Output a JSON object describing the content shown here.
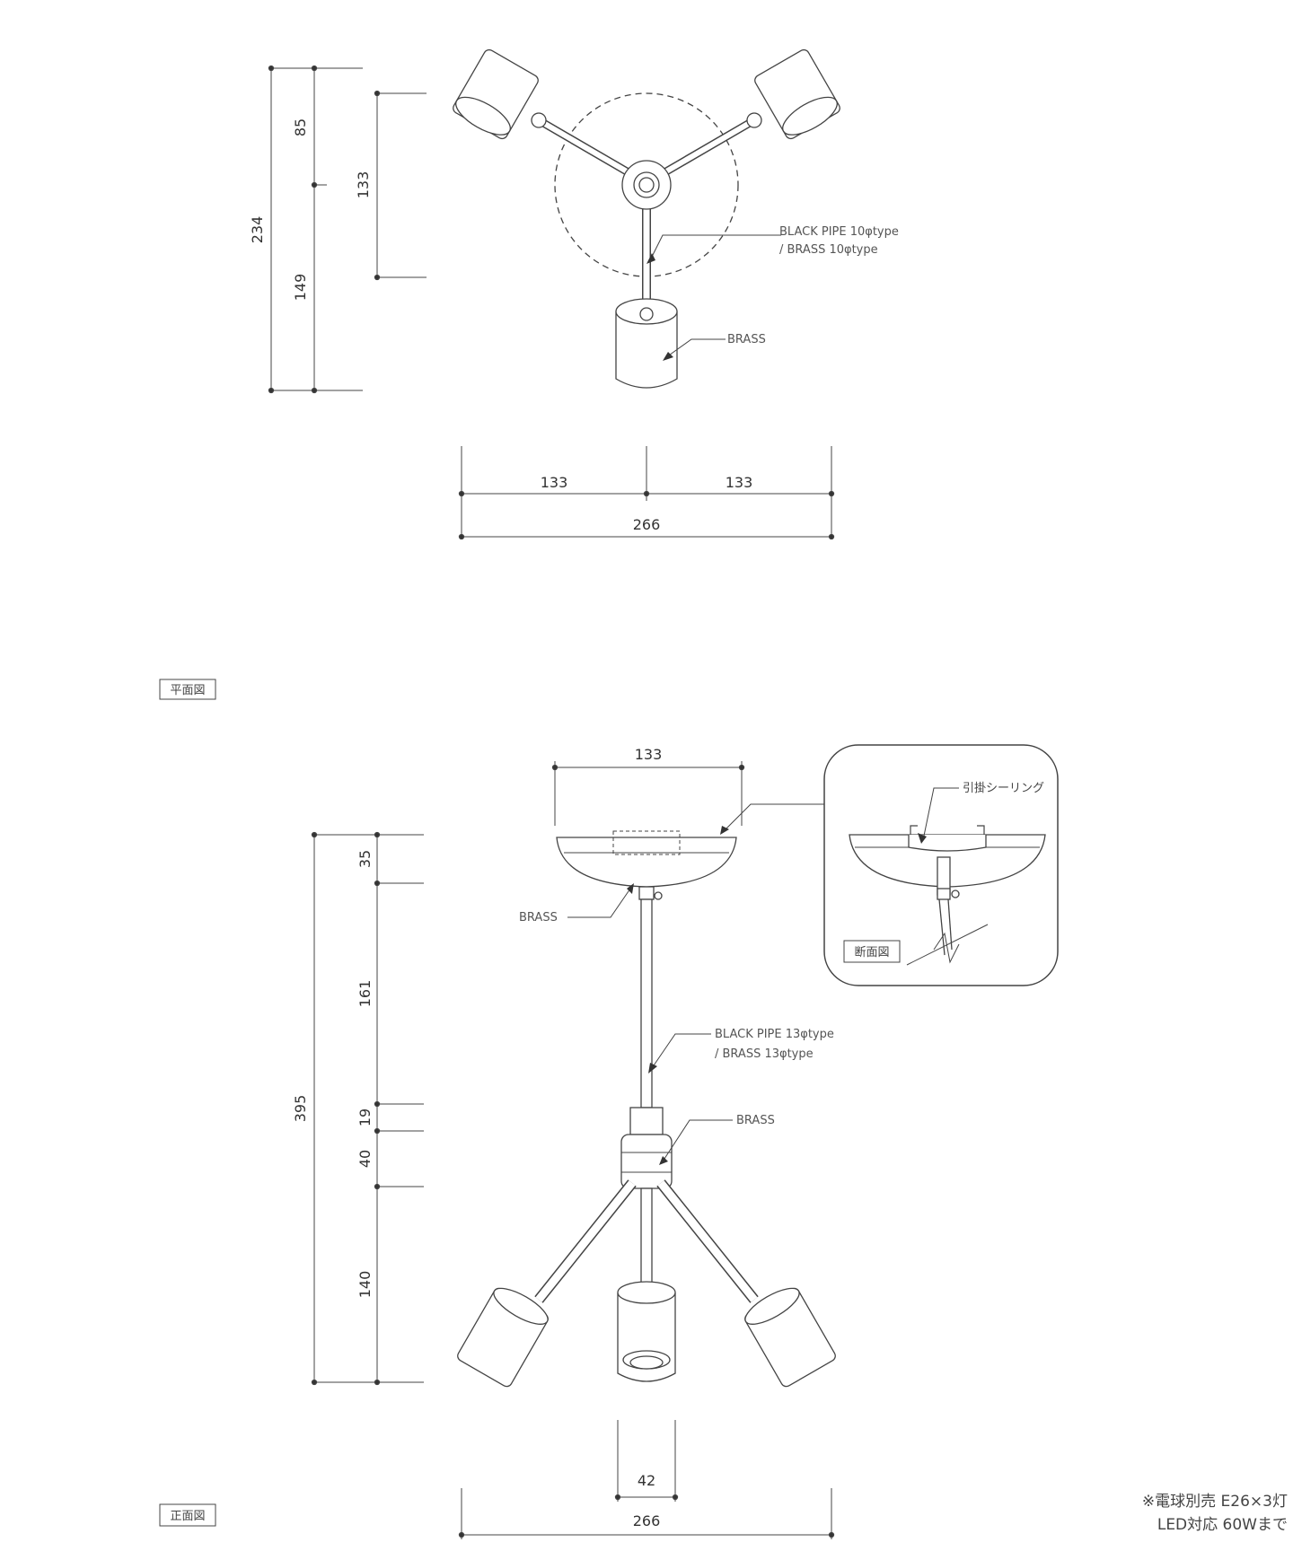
{
  "plan_view": {
    "title": "平面図",
    "dims": {
      "left_total": "234",
      "left_upper": "85",
      "left_lower": "149",
      "inner": "133",
      "bottom_left": "133",
      "bottom_right": "133",
      "bottom_total": "266"
    },
    "labels": {
      "pipe_line1": "BLACK PIPE 10φtype",
      "pipe_line2": "/ BRASS 10φtype",
      "brass": "BRASS"
    }
  },
  "front_view": {
    "title": "正面図",
    "dims": {
      "top_width": "133",
      "total_height": "395",
      "d35": "35",
      "d161": "161",
      "d19": "19",
      "d40": "40",
      "d140": "140",
      "socket_width": "42",
      "bottom_total": "266"
    },
    "labels": {
      "brass_canopy": "BRASS",
      "pipe_line1": "BLACK PIPE 13φtype",
      "pipe_line2": "/ BRASS 13φtype",
      "brass_hub": "BRASS"
    }
  },
  "section_view": {
    "title": "断面図",
    "ceiling_label": "引掛シーリング"
  },
  "note": {
    "line1": "※電球別売 E26×3灯",
    "line2": "LED対応 60Wまで"
  }
}
